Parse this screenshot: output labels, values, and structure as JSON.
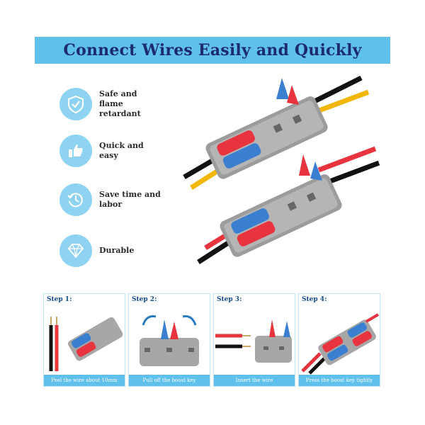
{
  "banner": {
    "title": "Connect Wires Easily and Quickly"
  },
  "features": [
    {
      "icon": "shield-check-icon",
      "label": "Safe and flame retardant"
    },
    {
      "icon": "thumbs-up-icon",
      "label": "Quick and easy"
    },
    {
      "icon": "clock-history-icon",
      "label": "Save time and labor"
    },
    {
      "icon": "diamond-icon",
      "label": "Durable"
    }
  ],
  "steps": [
    {
      "title": "Step 1:",
      "caption": "Peel the wire about 10mm"
    },
    {
      "title": "Step 2:",
      "caption": "Pull off the boost key"
    },
    {
      "title": "Step 3:",
      "caption": "Insert the wire"
    },
    {
      "title": "Step 4:",
      "caption": "Press the boost key tightly"
    }
  ],
  "colors": {
    "banner": "#5fc0ec",
    "title": "#1c2b6e",
    "icon_bg": "#8fd3f2",
    "lever_red": "#e8343f",
    "lever_blue": "#3b7fd0",
    "housing": "#9a9a9a"
  }
}
